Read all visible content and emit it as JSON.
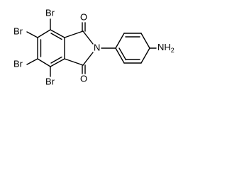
{
  "diagram": {
    "type": "chemical-structure",
    "atoms": {
      "br_top": "Br",
      "br_upper_left": "Br",
      "br_lower_left": "Br",
      "br_bottom": "Br",
      "o_top": "O",
      "o_bottom": "O",
      "n_imide": "N",
      "amine_n": "NH",
      "amine_sub": "2"
    }
  }
}
